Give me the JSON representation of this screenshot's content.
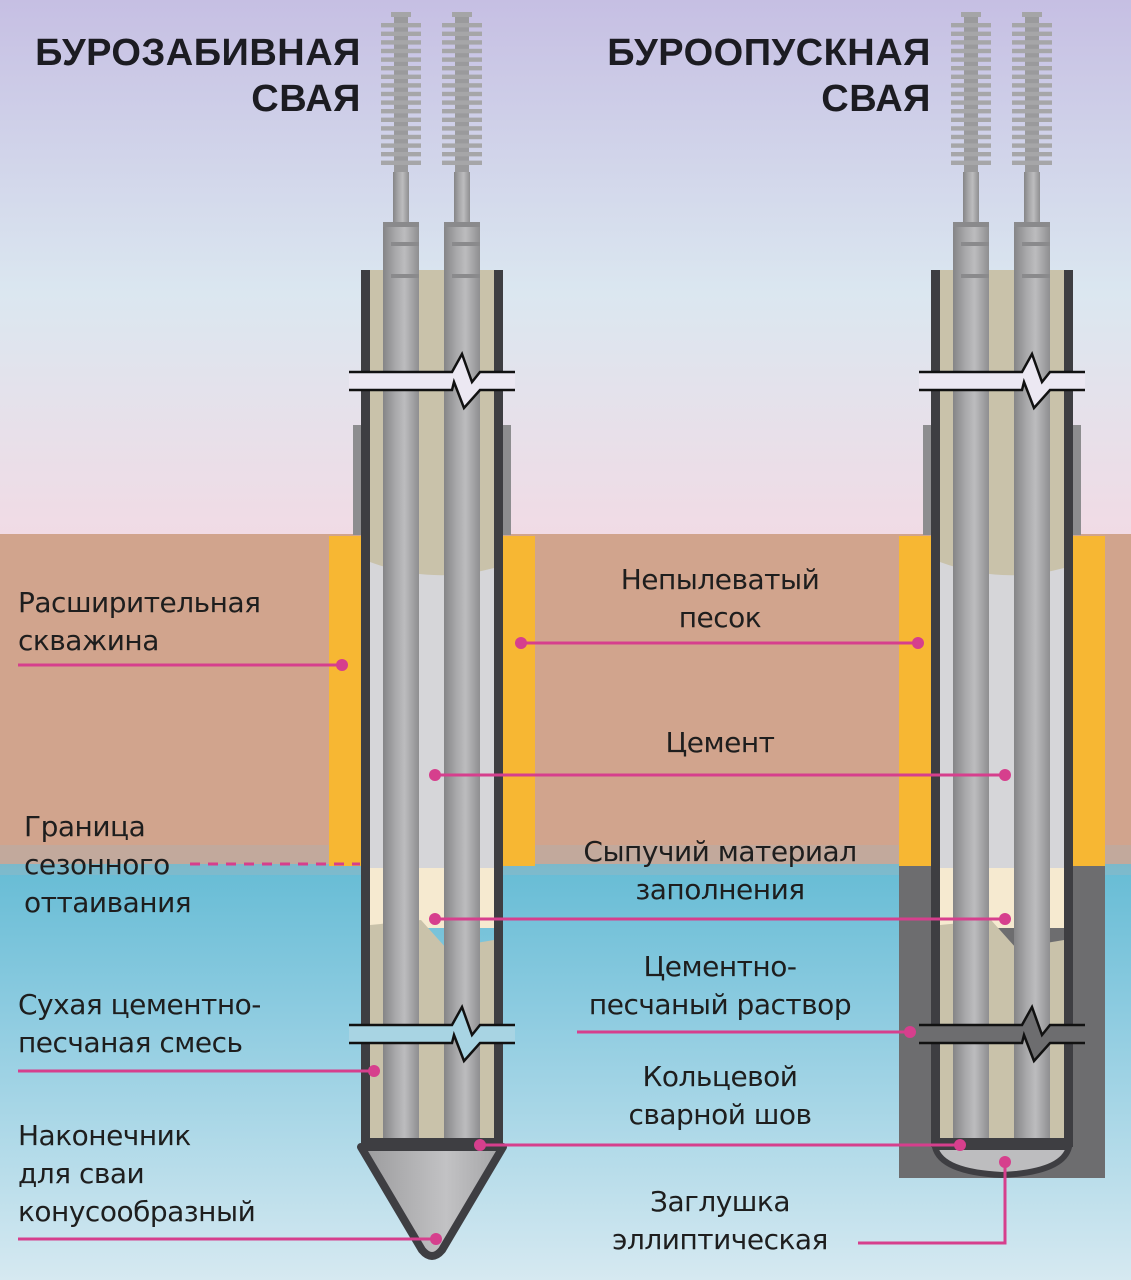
{
  "titles": {
    "left": [
      "БУРОЗАБИВНАЯ",
      "СВАЯ"
    ],
    "right": [
      "БУРООПУСКНАЯ",
      "СВАЯ"
    ]
  },
  "labels": {
    "expansion_well": [
      "Расширительная",
      "скважина"
    ],
    "seasonal_thaw": [
      "Граница",
      "сезонного",
      "оттаивания"
    ],
    "dry_mix": [
      "Сухая цементно-",
      "песчаная смесь"
    ],
    "cone_tip": [
      "Наконечник",
      "для сваи",
      "конусообразный"
    ],
    "non_dusty_sand": [
      "Непылеватый",
      "песок"
    ],
    "cement": [
      "Цемент"
    ],
    "bulk_fill": [
      "Сыпучий материал",
      "заполнения"
    ],
    "mortar": [
      "Цементно-",
      "песчаный раствор"
    ],
    "ring_weld": [
      "Кольцевой",
      "сварной шов"
    ],
    "elliptic_cap": [
      "Заглушка",
      "эллиптическая"
    ]
  },
  "colors": {
    "sky_top": "#c6bfe3",
    "sky_mid": "#dbe7f0",
    "sky_low": "#efd9e4",
    "soil": "#d1a48d",
    "frozen_top": "#6dbfd6",
    "frozen_bottom": "#cfe6ef",
    "sand": "#f7b733",
    "leader": "#d63f8d",
    "casing": "#3e3e42",
    "fill_beige": "#c9c2aa",
    "fill_cream": "#f6ead0",
    "cement_light": "#d6d6d9",
    "pipe": "#9d9d9f",
    "mortar_gray": "#6c6c6e"
  }
}
